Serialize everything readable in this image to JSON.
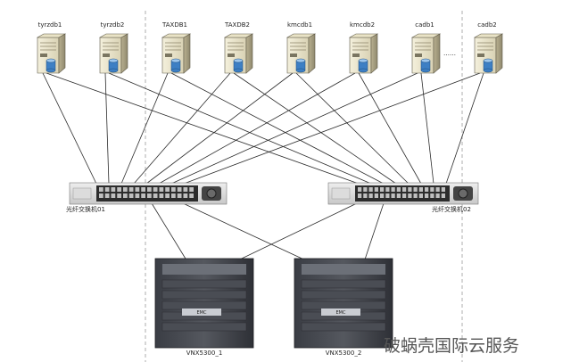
{
  "servers": [
    {
      "name": "tyrzdb1"
    },
    {
      "name": "tyrzdb2"
    },
    {
      "name": "TAXDB1"
    },
    {
      "name": "TAXDB2"
    },
    {
      "name": "kmcdb1"
    },
    {
      "name": "kmcdb2"
    },
    {
      "name": "cadb1"
    },
    {
      "name": "cadb2"
    }
  ],
  "ellipsis": "……",
  "switches": [
    {
      "name": "光纤交换机01"
    },
    {
      "name": "光纤交换机02"
    }
  ],
  "storage": [
    {
      "name": "VNX5300_1",
      "badge": "EMC"
    },
    {
      "name": "VNX5300_2",
      "badge": "EMC"
    }
  ],
  "watermark": "破蜗壳国际云服务"
}
